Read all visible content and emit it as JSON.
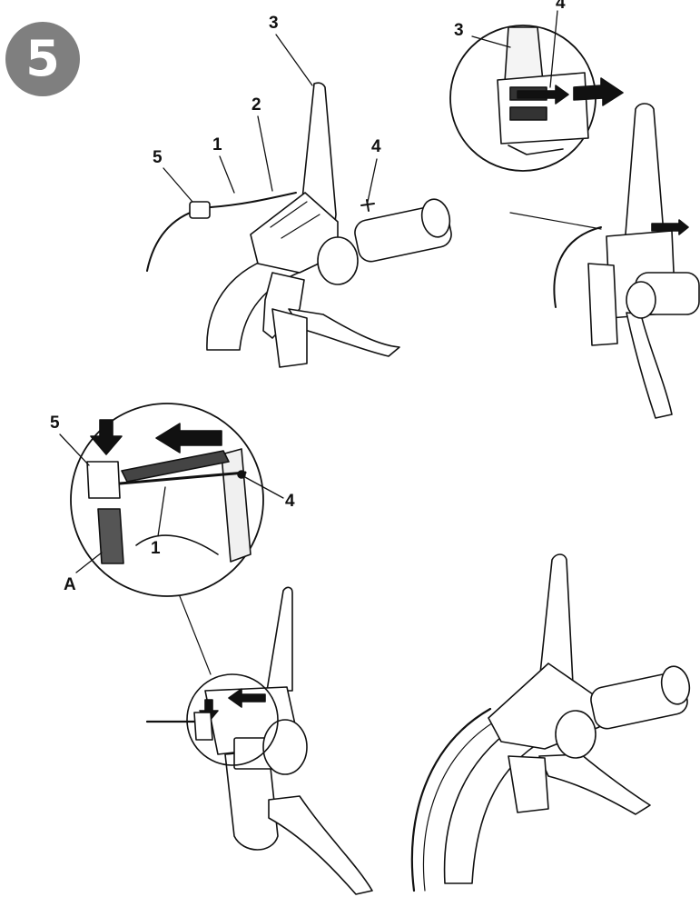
{
  "step": {
    "number": "5"
  },
  "colors": {
    "badge": "#7f7f7f",
    "ink": "#111111",
    "paper": "#ffffff"
  },
  "callouts": {
    "top_left": {
      "l1": "1",
      "l2": "2",
      "l3": "3",
      "l4": "4",
      "l5": "5"
    },
    "top_right": {
      "l3": "3",
      "l4": "4"
    },
    "bottom_left": {
      "l5": "5",
      "l4": "4",
      "l1": "1",
      "la": "A"
    }
  }
}
